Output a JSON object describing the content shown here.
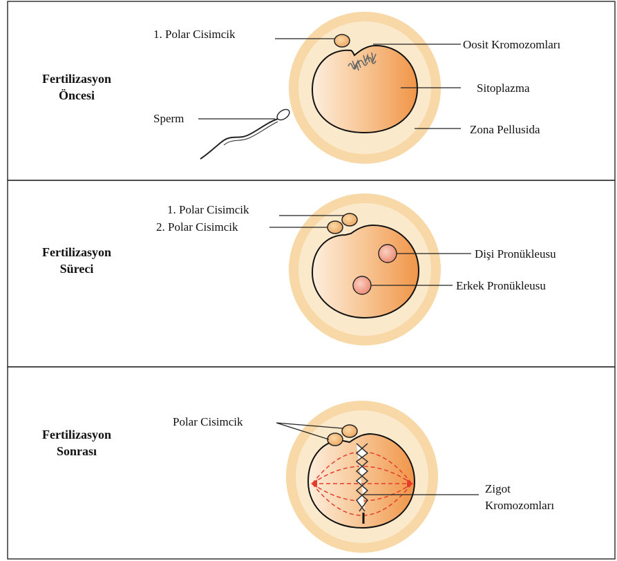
{
  "panels": [
    {
      "stage_line1": "Fertilizasyon",
      "stage_line2": "Öncesi",
      "labels": {
        "polar_body_1": "1. Polar Cisimcik",
        "oocyte_chromosomes": "Oosit Kromozomları",
        "cytoplasm": "Sitoplazma",
        "sperm": "Sperm",
        "zona_pellucida": "Zona Pellusida"
      }
    },
    {
      "stage_line1": "Fertilizasyon",
      "stage_line2": "Süreci",
      "labels": {
        "polar_body_1": "1. Polar Cisimcik",
        "polar_body_2": "2. Polar Cisimcik",
        "female_pronucleus": "Dişi Pronükleusu",
        "male_pronucleus": "Erkek Pronükleusu"
      }
    },
    {
      "stage_line1": "Fertilizasyon",
      "stage_line2": "Sonrası",
      "labels": {
        "polar_bodies": "Polar Cisimcik",
        "zygote_line1": "Zigot",
        "zygote_line2": "Kromozomları"
      }
    }
  ],
  "colors": {
    "zona_outer": "#f6d6a2",
    "zona_inner": "#fbe8c8",
    "cytoplasm_light": "#fde6cf",
    "cytoplasm_dark": "#f2a25c",
    "pronucleus": "#f19a84",
    "spindle": "#e53b2c"
  }
}
